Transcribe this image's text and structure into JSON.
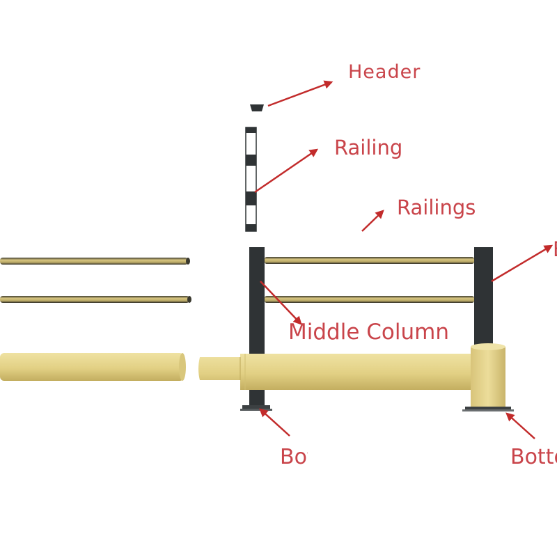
{
  "colors": {
    "pipe": "#e5d48a",
    "pipe_shade": "#c8b466",
    "rail": "#c9b870",
    "rail_dark": "#4b4a3c",
    "column": "#2f3335",
    "label": "#c9444a",
    "arrow": "#c22b2b"
  },
  "labels": {
    "header": "Header",
    "railing": "Railing",
    "railings": "Railings",
    "middle_column": "Middle Column",
    "right_column": "E",
    "bottom_left": "Bottom",
    "bottom_right": "Bottom"
  }
}
